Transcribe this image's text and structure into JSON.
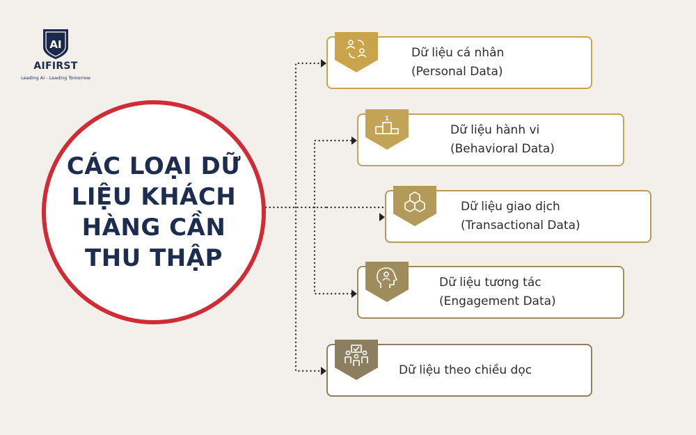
{
  "logo": {
    "mark": "AI",
    "brand": "AIFIRST",
    "tagline": "Leading AI - Leading Tomorrow"
  },
  "center": {
    "title": "CÁC LOẠI DỮ LIỆU KHÁCH HÀNG CẦN THU THẬP"
  },
  "colors": {
    "background": "#f3f0ec",
    "circle_border": "#cf2c36",
    "title_text": "#1d2d50",
    "badge_1": "#c9a44a",
    "badge_2": "#c3a356",
    "badge_3": "#b39a5a",
    "badge_4": "#9e8c5c",
    "badge_5": "#8c7f5f"
  },
  "items": [
    {
      "icon": "people-exchange-icon",
      "line1": "Dữ liệu cá nhân",
      "line2": "(Personal Data)"
    },
    {
      "icon": "podium-icon",
      "line1": "Dữ liệu hành vi",
      "line2": "(Behavioral Data)"
    },
    {
      "icon": "cubes-icon",
      "line1": "Dữ liệu giao dịch",
      "line2": "(Transactional Data)"
    },
    {
      "icon": "head-profile-icon",
      "line1": "Dữ liệu tương tác",
      "line2": "(Engagement Data)"
    },
    {
      "icon": "team-vote-icon",
      "line1": "Dữ liệu theo chiều dọc",
      "line2": ""
    }
  ]
}
